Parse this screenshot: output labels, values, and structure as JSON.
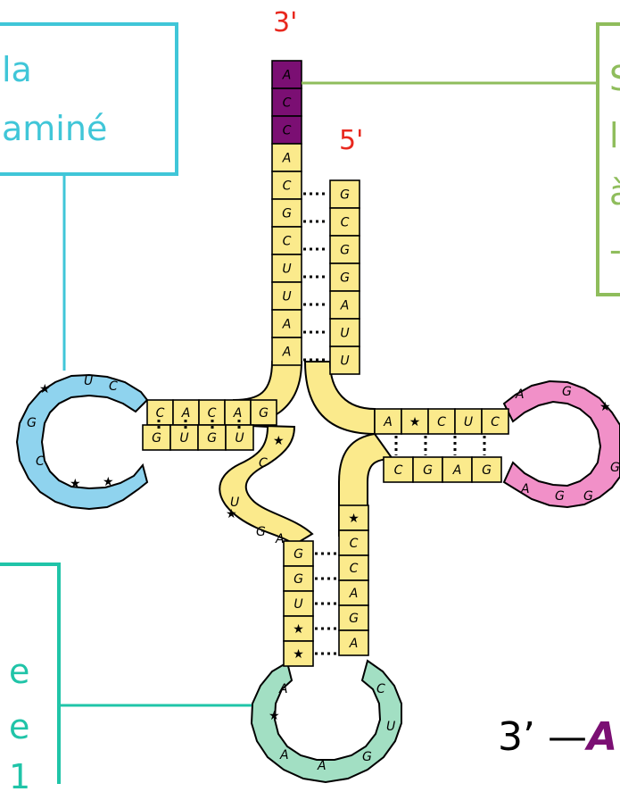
{
  "ends": {
    "three_prime": "3'",
    "five_prime": "5'"
  },
  "callouts": {
    "top_left": [
      "la",
      "aminé"
    ],
    "top_right": [
      "S",
      "l",
      "à",
      "-"
    ],
    "bottom_left": [
      "e",
      "e",
      "1"
    ]
  },
  "bottom_text": {
    "prefix": "3’ —",
    "bold": "A"
  },
  "colors": {
    "stem": "#fbea8c",
    "terminal_cca": "#7b0f73",
    "d_loop": "#8fd3ee",
    "tpsic_loop": "#f190c8",
    "anticodon_loop": "#a2dfc3",
    "box_teal": "#40c6d8",
    "box_green": "#8fbd5c",
    "box_sea": "#20c4a8",
    "end_label": "#e8281e",
    "bold_A": "#7b0f73"
  },
  "sequence": {
    "acceptor_3prime_strand": [
      "A",
      "C",
      "C",
      "A",
      "C",
      "G",
      "C",
      "U",
      "U",
      "A",
      "A"
    ],
    "acceptor_5prime_strand": [
      "G",
      "C",
      "G",
      "G",
      "A",
      "U",
      "U"
    ],
    "d_arm_top": [
      "C",
      "A",
      "C",
      "A",
      "G"
    ],
    "d_arm_bottom": [
      "G",
      "U",
      "G",
      "U"
    ],
    "d_loop": [
      "U",
      "C",
      "★",
      "G",
      "C",
      "★",
      "★"
    ],
    "tpsic_arm_top": [
      "A",
      "★",
      "C",
      "U",
      "C"
    ],
    "tpsic_arm_bottom": [
      "C",
      "G",
      "A",
      "G"
    ],
    "tpsic_loop": [
      "A",
      "G",
      "★",
      "G",
      "G",
      "G",
      "A"
    ],
    "variable_loop": [
      "★",
      "C",
      "U",
      "★",
      "G",
      "A"
    ],
    "anticodon_stem_left": [
      "G",
      "G",
      "U",
      "★",
      "★"
    ],
    "anticodon_stem_right": [
      "★",
      "C",
      "C",
      "A",
      "G",
      "A"
    ],
    "anticodon_loop": [
      "A",
      "★",
      "A",
      "A",
      "G",
      "U",
      "C"
    ]
  }
}
